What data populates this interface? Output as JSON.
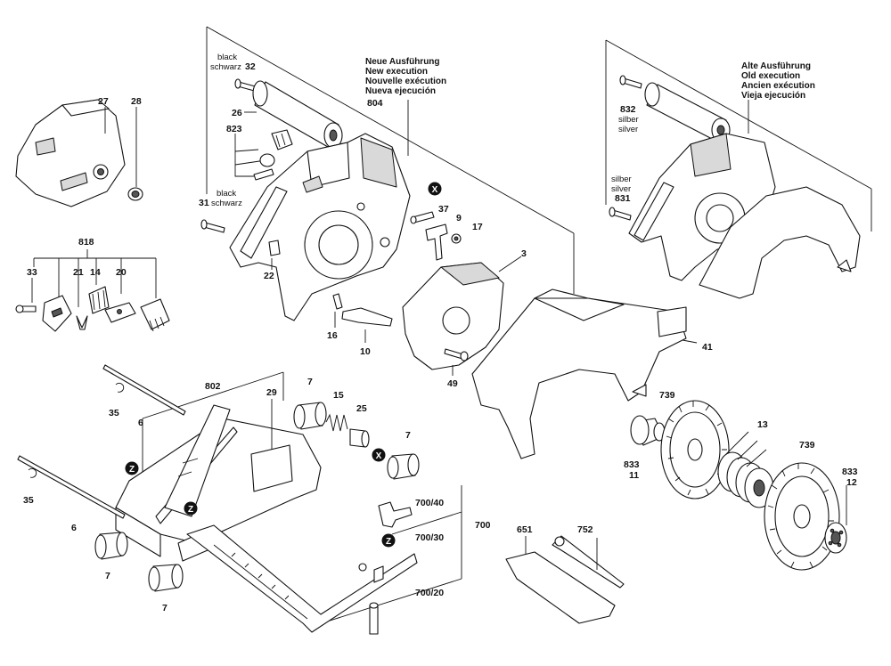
{
  "labels": {
    "p32": "32",
    "p32_black": "black",
    "p32_schwarz": "schwarz",
    "p26": "26",
    "p823": "823",
    "p31": "31",
    "p31_black": "black",
    "p31_schwarz": "schwarz",
    "p27": "27",
    "p28": "28",
    "p804": "804",
    "p22": "22",
    "p37": "37",
    "p9": "9",
    "p17": "17",
    "p3": "3",
    "p16": "16",
    "p10": "10",
    "p49": "49",
    "p41": "41",
    "p818": "818",
    "p33": "33",
    "p21": "21",
    "p14": "14",
    "p20": "20",
    "p802": "802",
    "p29": "29",
    "p35a": "35",
    "p6a": "6",
    "p7a": "7",
    "p15": "15",
    "p25": "25",
    "p7b": "7",
    "p35b": "35",
    "p6b": "6",
    "p7c": "7",
    "p7d": "7",
    "p700_40": "700/40",
    "p700_30": "700/30",
    "p700": "700",
    "p700_20": "700/20",
    "p651": "651",
    "p752": "752",
    "p739a": "739",
    "p13": "13",
    "p833a": "833",
    "p11": "11",
    "p739b": "739",
    "p833b": "833",
    "p12": "12",
    "p832": "832",
    "p832_silber": "silber",
    "p832_silver": "silver",
    "p831": "831",
    "p831_silber": "silber",
    "p831_silver": "silver"
  },
  "headings": {
    "new": [
      "Neue Ausführung",
      "New execution",
      "Nouvelle exécution",
      "Nueva ejecución"
    ],
    "old": [
      "Alte Ausführung",
      "Old execution",
      "Ancien exécution",
      "Vieja ejecución"
    ]
  },
  "badges": {
    "x1": "X",
    "x2": "X",
    "z1": "Z",
    "z2": "Z",
    "z3": "Z"
  }
}
